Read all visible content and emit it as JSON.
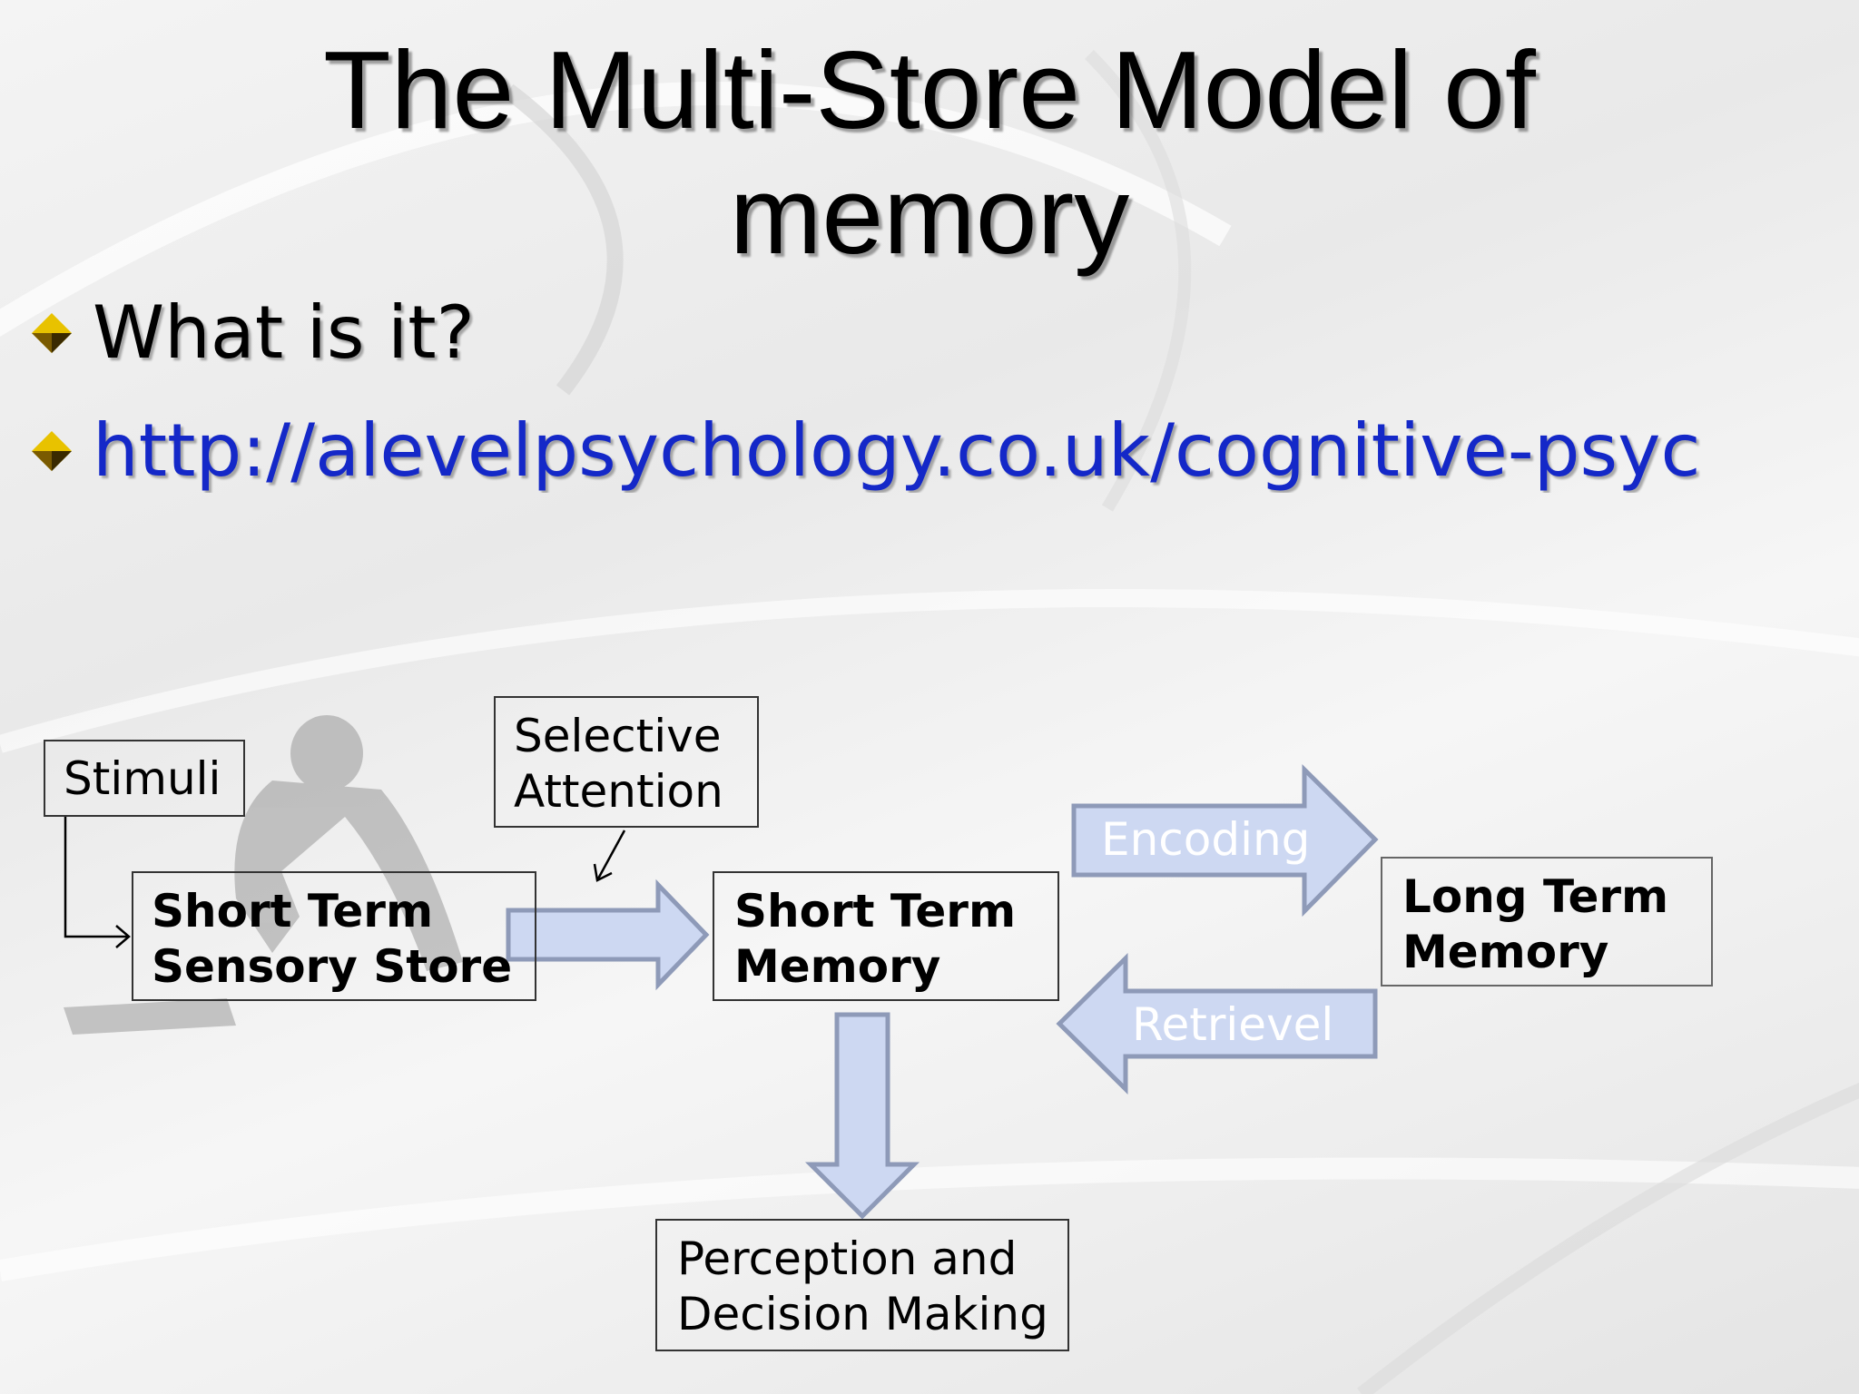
{
  "slide": {
    "title_line1": "The Multi-Store Model of",
    "title_line2": "memory",
    "bullets": [
      {
        "text": "What is it?"
      },
      {
        "text": "http://alevelpsychology.co.uk/cognitive-psyc"
      }
    ]
  },
  "diagram": {
    "stimuli": "Stimuli",
    "selective_attention": [
      "Selective",
      "Attention"
    ],
    "sensory_store": [
      "Short Term",
      "Sensory Store"
    ],
    "short_term_memory": [
      "Short Term",
      "Memory"
    ],
    "long_term_memory": [
      "Long Term",
      "Memory"
    ],
    "perception": [
      "Perception and",
      "Decision Making"
    ],
    "encoding_label": "Encoding",
    "retrieval_label": "Retrievel"
  },
  "colors": {
    "arrow_fill": "#cdd8f2",
    "arrow_stroke": "#8e9ab8",
    "link": "#1428c8",
    "bullet_marker": "#c8a000"
  }
}
